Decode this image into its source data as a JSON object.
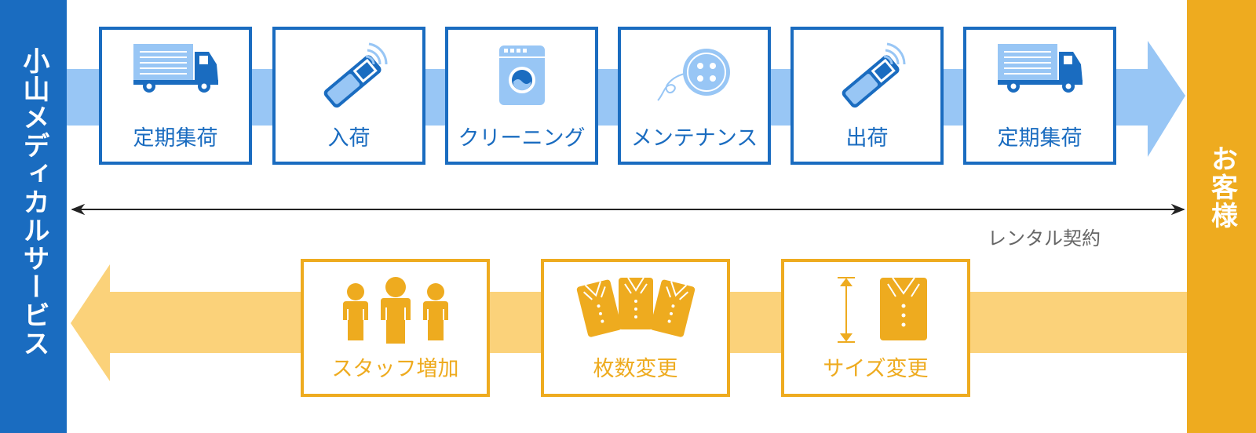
{
  "left_party": "小山メディカルサービス",
  "right_party": "お客様",
  "contract_label": "レンタル契約",
  "process_steps": [
    {
      "label": "定期集荷",
      "icon": "delivery-truck-icon"
    },
    {
      "label": "入荷",
      "icon": "handheld-scanner-icon"
    },
    {
      "label": "クリーニング",
      "icon": "washing-machine-icon"
    },
    {
      "label": "メンテナンス",
      "icon": "button-thread-icon"
    },
    {
      "label": "出荷",
      "icon": "handheld-scanner-icon"
    },
    {
      "label": "定期集荷",
      "icon": "delivery-truck-icon"
    }
  ],
  "request_steps": [
    {
      "label": "スタッフ増加",
      "icon": "staff-people-icon"
    },
    {
      "label": "枚数変更",
      "icon": "uniform-cards-icon"
    },
    {
      "label": "サイズ変更",
      "icon": "uniform-size-icon"
    }
  ],
  "colors": {
    "provider_blue": "#1a6cc0",
    "flow_light_blue": "#98c6f5",
    "customer_orange": "#eeab1f",
    "flow_light_orange": "#fbd27a",
    "icon_blue": "#98c6f5",
    "icon_orange": "#eeab1f"
  }
}
